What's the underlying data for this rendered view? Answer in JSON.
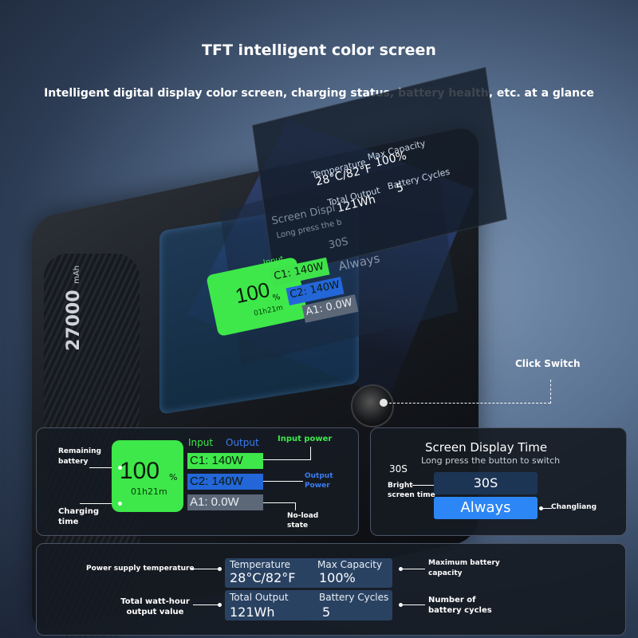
{
  "header": {
    "title": "TFT intelligent color screen",
    "subtitle": "Intelligent digital display color screen, charging status, battery health, etc. at a glance"
  },
  "device": {
    "capacity": "27000",
    "capacity_unit": "mAh"
  },
  "glass_panel": {
    "temperature_label": "Temperature",
    "temperature_value": "28°C/82°F",
    "max_capacity_label": "Max Capacity",
    "max_capacity_value": "100%",
    "total_output_label": "Total Output",
    "total_output_value": "121Wh",
    "battery_cycles_label": "Battery Cycles",
    "battery_cycles_value": "5",
    "ghost_title": "Screen Displ",
    "ghost_sub": "Long press the b",
    "ghost_30": "30S",
    "ghost_always": "Always",
    "mini_input": "Input",
    "mini_percent": "100",
    "mini_percent_sign": "%",
    "mini_timer": "01h21m",
    "mini_c1": "C1: 140W",
    "mini_c2": "C2: 140W",
    "mini_a1": "A1: 0.0W"
  },
  "click_switch": "Click Switch",
  "status_panel": {
    "remaining_label": "Remaining battery",
    "charging_label": "Charging time",
    "percent": "100",
    "percent_sign": "%",
    "timer": "01h21m",
    "input_header": "Input",
    "output_header": "Output",
    "input_power_label": "Input power",
    "output_power_label": "Output Power",
    "noload_label": "No-load state",
    "rows": [
      {
        "text": "C1: 140W"
      },
      {
        "text": "C2: 140W"
      },
      {
        "text": "A1: 0.0W"
      }
    ]
  },
  "screen_time_panel": {
    "title": "Screen Display Time",
    "subtitle": "Long press the button to switch",
    "label_30": "30S",
    "bright_label": "Bright screen time",
    "option_30": "30S",
    "option_always": "Always",
    "changliang_label": "Changliang"
  },
  "stats_panel": {
    "power_supply_temp_label": "Power supply temperature",
    "total_watt_label": "Total watt-hour output value",
    "max_battery_label": "Maximum battery capacity",
    "cycles_label": "Number of battery cycles",
    "temperature_label": "Temperature",
    "temperature_value": "28°C/82°F",
    "max_capacity_label": "Max Capacity",
    "max_capacity_value": "100%",
    "total_output_label": "Total Output",
    "total_output_value": "121Wh",
    "battery_cycles_label": "Battery Cycles",
    "battery_cycles_value": "5"
  },
  "colors": {
    "green": "#3ee84a",
    "blue": "#2366d8",
    "accent_blue": "#2d86f5",
    "gray": "#5c6878"
  }
}
